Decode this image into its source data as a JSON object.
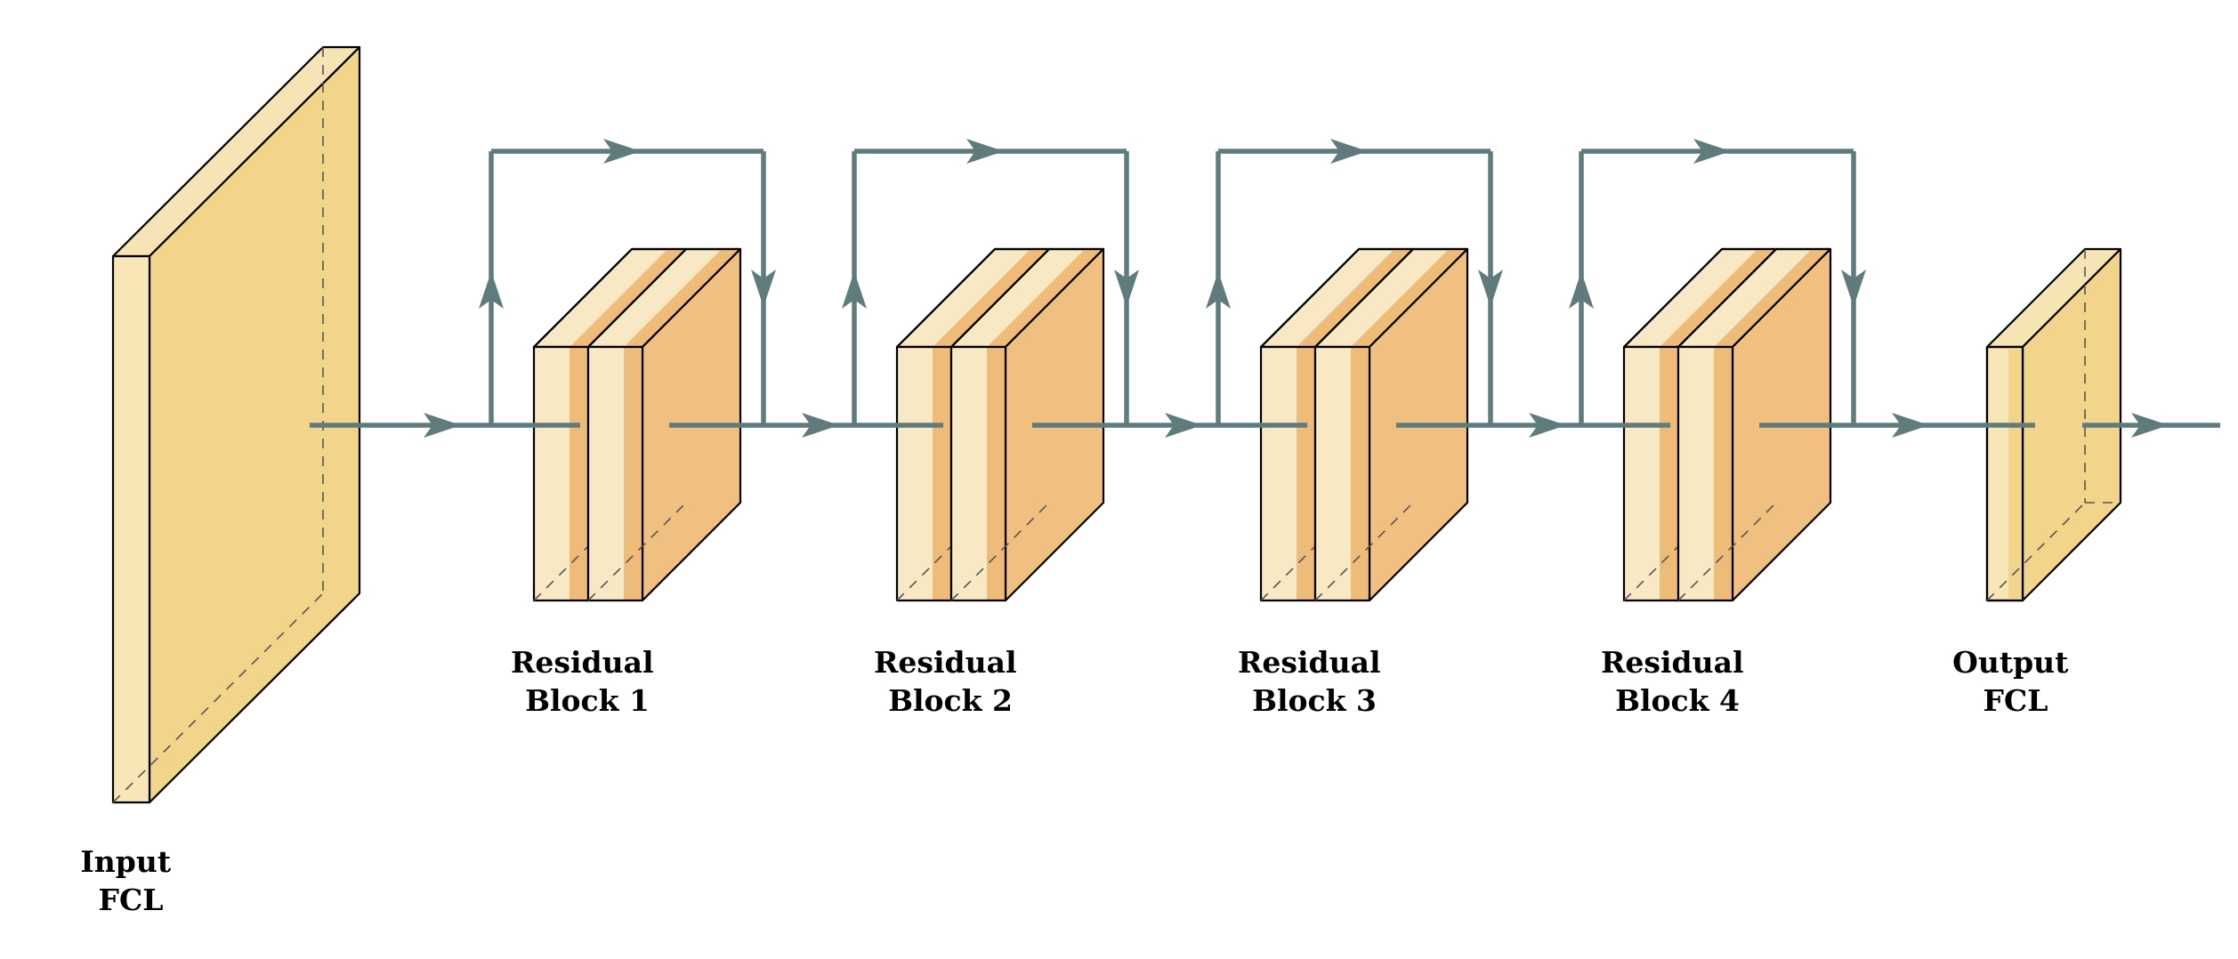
{
  "labels": {
    "input": [
      "Input",
      "FCL"
    ],
    "blocks": [
      [
        "Residual",
        "Block 1"
      ],
      [
        "Residual",
        "Block 2"
      ],
      [
        "Residual",
        "Block 3"
      ],
      [
        "Residual",
        "Block 4"
      ]
    ],
    "output": [
      "Output",
      "FCL"
    ]
  },
  "colors": {
    "fcl_face": "#f2d48a",
    "fcl_strip": "#f8e6b6",
    "fcl_top": "#f7e4b4",
    "block_face": "#f0c080",
    "block_layer_light": "#f8e8c4",
    "block_layer_dark": "#eebb78",
    "connector": "#5f7b7b",
    "edge": "#000000"
  }
}
